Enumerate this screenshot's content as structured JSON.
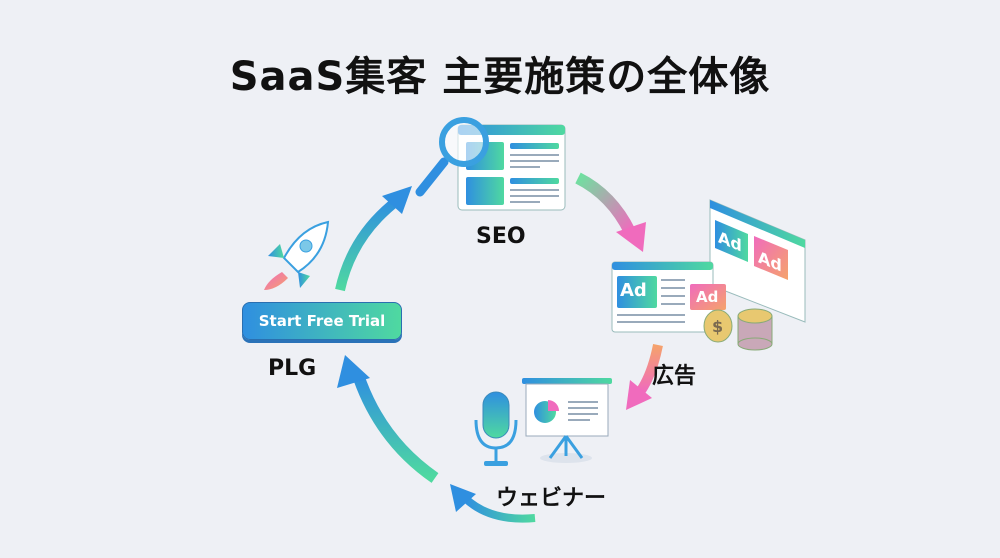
{
  "title": "SaaS集客 主要施策の全体像",
  "nodes": {
    "seo": {
      "label": "SEO"
    },
    "ads": {
      "label": "広告",
      "ad_badge": "Ad"
    },
    "webinar": {
      "label": "ウェビナー"
    },
    "plg": {
      "label": "PLG",
      "button_label": "Start Free Trial"
    }
  },
  "colors": {
    "blue": "#2f8fe0",
    "green": "#4fd9a0",
    "pink": "#f06bbd",
    "orange": "#f5a36b"
  }
}
